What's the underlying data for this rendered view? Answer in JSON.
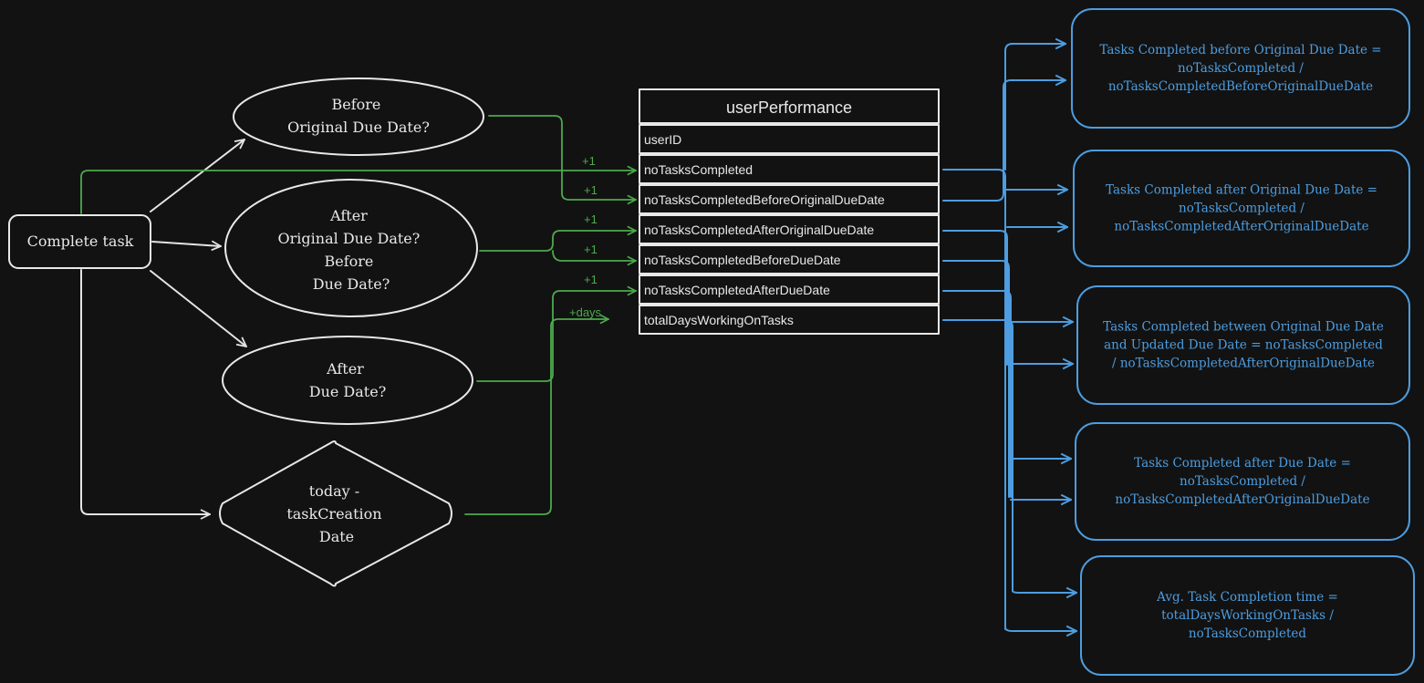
{
  "colors": {
    "background": "#121212",
    "node_outline": "#e8e8e8",
    "green_edge": "#4caa4c",
    "blue_edge": "#4d9de0"
  },
  "nodes": {
    "complete_task": "Complete task",
    "before_original": [
      "Before",
      "Original Due Date?"
    ],
    "after_original_before_due": [
      "After",
      "Original Due Date?",
      "Before",
      "Due Date?"
    ],
    "after_due": [
      "After",
      "Due Date?"
    ],
    "days_calc": [
      "today -",
      "taskCreation",
      "Date"
    ]
  },
  "table": {
    "title": "userPerformance",
    "rows": [
      "userID",
      "noTasksCompleted",
      "noTasksCompletedBeforeOriginalDueDate",
      "noTasksCompletedAfterOriginalDueDate",
      "noTasksCompletedBeforeDueDate",
      "noTasksCompletedAfterDueDate",
      "totalDaysWorkingOnTasks"
    ]
  },
  "edge_labels": [
    "+1",
    "+1",
    "+1",
    "+1",
    "+1",
    "+days"
  ],
  "metrics": [
    [
      "Tasks Completed before Original Due Date =",
      "noTasksCompleted /",
      "noTasksCompletedBeforeOriginalDueDate"
    ],
    [
      "Tasks Completed after Original Due Date =",
      "noTasksCompleted /",
      "noTasksCompletedAfterOriginalDueDate"
    ],
    [
      "Tasks Completed between Original Due Date",
      "and Updated Due Date = noTasksCompleted",
      "/ noTasksCompletedAfterOriginalDueDate"
    ],
    [
      "Tasks Completed after Due Date =",
      "noTasksCompleted /",
      "noTasksCompletedAfterOriginalDueDate"
    ],
    [
      "Avg. Task Completion time =",
      "totalDaysWorkingOnTasks /",
      "noTasksCompleted"
    ]
  ]
}
